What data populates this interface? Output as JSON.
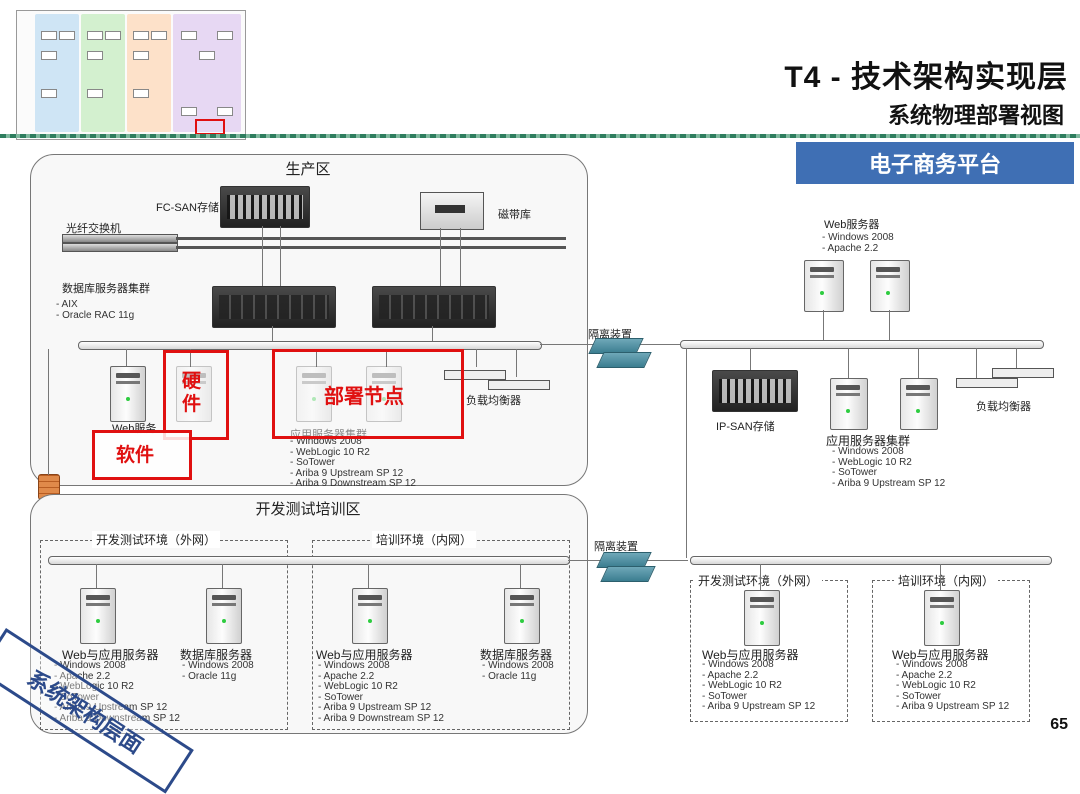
{
  "header": {
    "title": "T4 - 技术架构实现层",
    "subtitle": "系统物理部署视图",
    "banner": "电子商务平台"
  },
  "zones": {
    "production": "生产区",
    "devtest": "开发测试培训区"
  },
  "production": {
    "fcsan": "FC-SAN存储",
    "tape": "磁带库",
    "fiber_switch": "光纤交换机",
    "db_cluster": "数据库服务器集群",
    "db_specs": "- AIX\n- Oracle RAC 11g",
    "isolator": "隔离装置",
    "load_balancer": "负载均衡器",
    "web_server_cut": "Web服务",
    "app_cluster": "应用服务器集群",
    "app_specs": "- Windows 2008\n- WebLogic 10 R2\n- SoTower\n- Ariba 9 Upstream SP 12\n- Ariba 9 Downstream SP 12",
    "right_web": "Web服务器",
    "right_web_specs": "- Windows 2008\n- Apache 2.2",
    "ipsan": "IP-SAN存储",
    "right_app_cluster": "应用服务器集群",
    "right_app_specs": "- Windows 2008\n- WebLogic 10 R2\n- SoTower\n- Ariba 9 Upstream SP 12",
    "right_load_balancer": "负载均衡器"
  },
  "annotations": {
    "hardware": "硬\n件",
    "software": "软件",
    "deploy_node": "部署节点",
    "stamp": "系统架构层面"
  },
  "devtest": {
    "isolator": "隔离装置",
    "left_env_ext": "开发测试环境（外网）",
    "left_env_int": "培训环境（内网）",
    "web_app": "Web与应用服务器",
    "web_app_specs": "- Windows 2008\n- Apache 2.2\n- WebLogic 10 R2\n- SoTower\n- Ariba 9 Upstream SP 12\n- Ariba 9 Downstream SP 12",
    "db": "数据库服务器",
    "db_specs": "- Windows 2008\n- Oracle 11g",
    "web_app2": "Web与应用服务器",
    "web_app2_specs": "- Windows 2008\n- Apache 2.2\n- WebLogic 10 R2\n- SoTower\n- Ariba 9 Upstream SP 12\n- Ariba 9 Downstream SP 12",
    "db2": "数据库服务器",
    "db2_specs": "- Windows 2008\n- Oracle 11g",
    "right_env_ext": "开发测试环境（外网）",
    "right_env_int": "培训环境（内网）",
    "right_web_app": "Web与应用服务器",
    "right_web_app_specs": "- Windows 2008\n- Apache 2.2\n- WebLogic 10 R2\n- SoTower\n- Ariba 9 Upstream SP 12",
    "right_web_app2": "Web与应用服务器",
    "right_web_app2_specs": "- Windows 2008\n- Apache 2.2\n- WebLogic 10 R2\n- SoTower\n- Ariba 9 Upstream SP 12"
  },
  "footer": {
    "page_number": "65"
  },
  "colors": {
    "banner": "#3f6fb4",
    "highlight": "#e01010",
    "stamp": "#2c4a8a"
  }
}
